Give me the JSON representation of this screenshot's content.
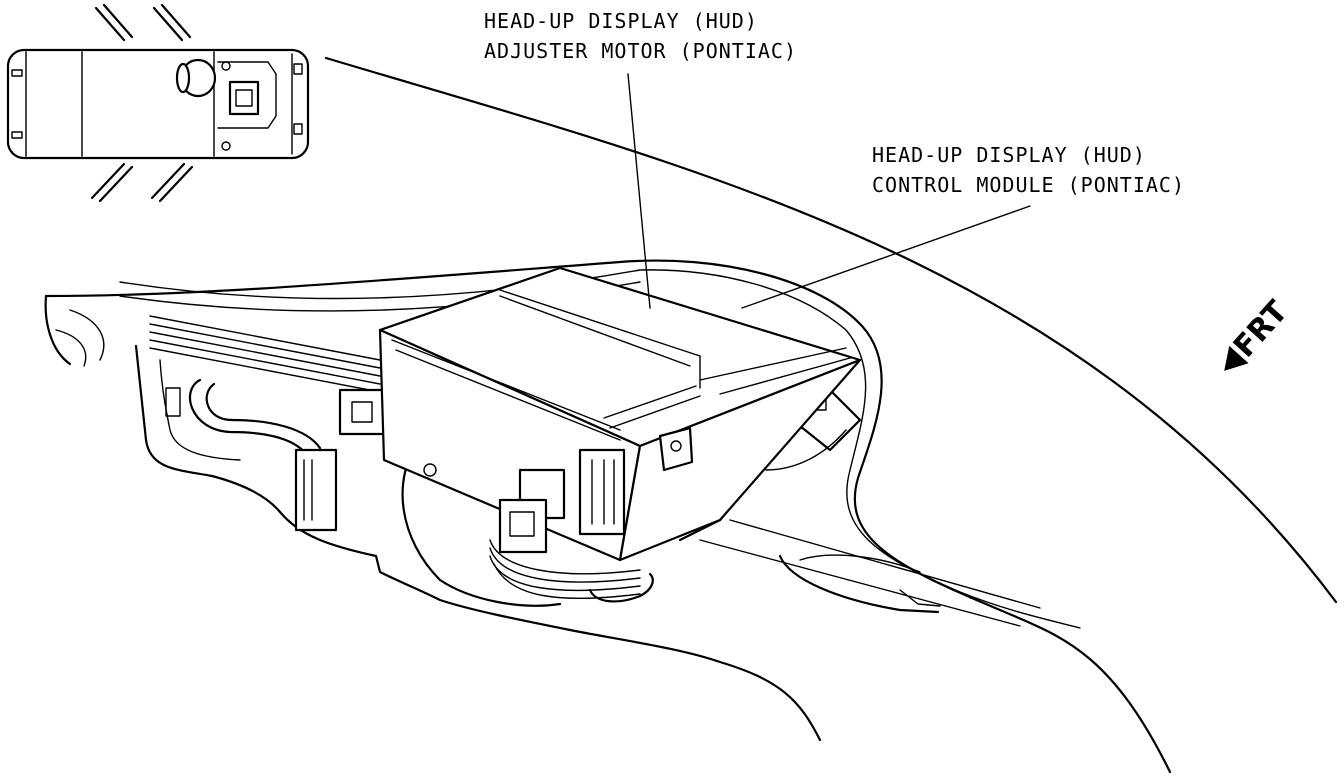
{
  "callouts": {
    "adjuster_motor": {
      "line1": "HEAD-UP DISPLAY (HUD)",
      "line2": "ADJUSTER MOTOR (PONTIAC)"
    },
    "control_module": {
      "line1": "HEAD-UP DISPLAY (HUD)",
      "line2": "CONTROL MODULE (PONTIAC)"
    }
  },
  "direction_indicator": {
    "label": "FRT"
  }
}
